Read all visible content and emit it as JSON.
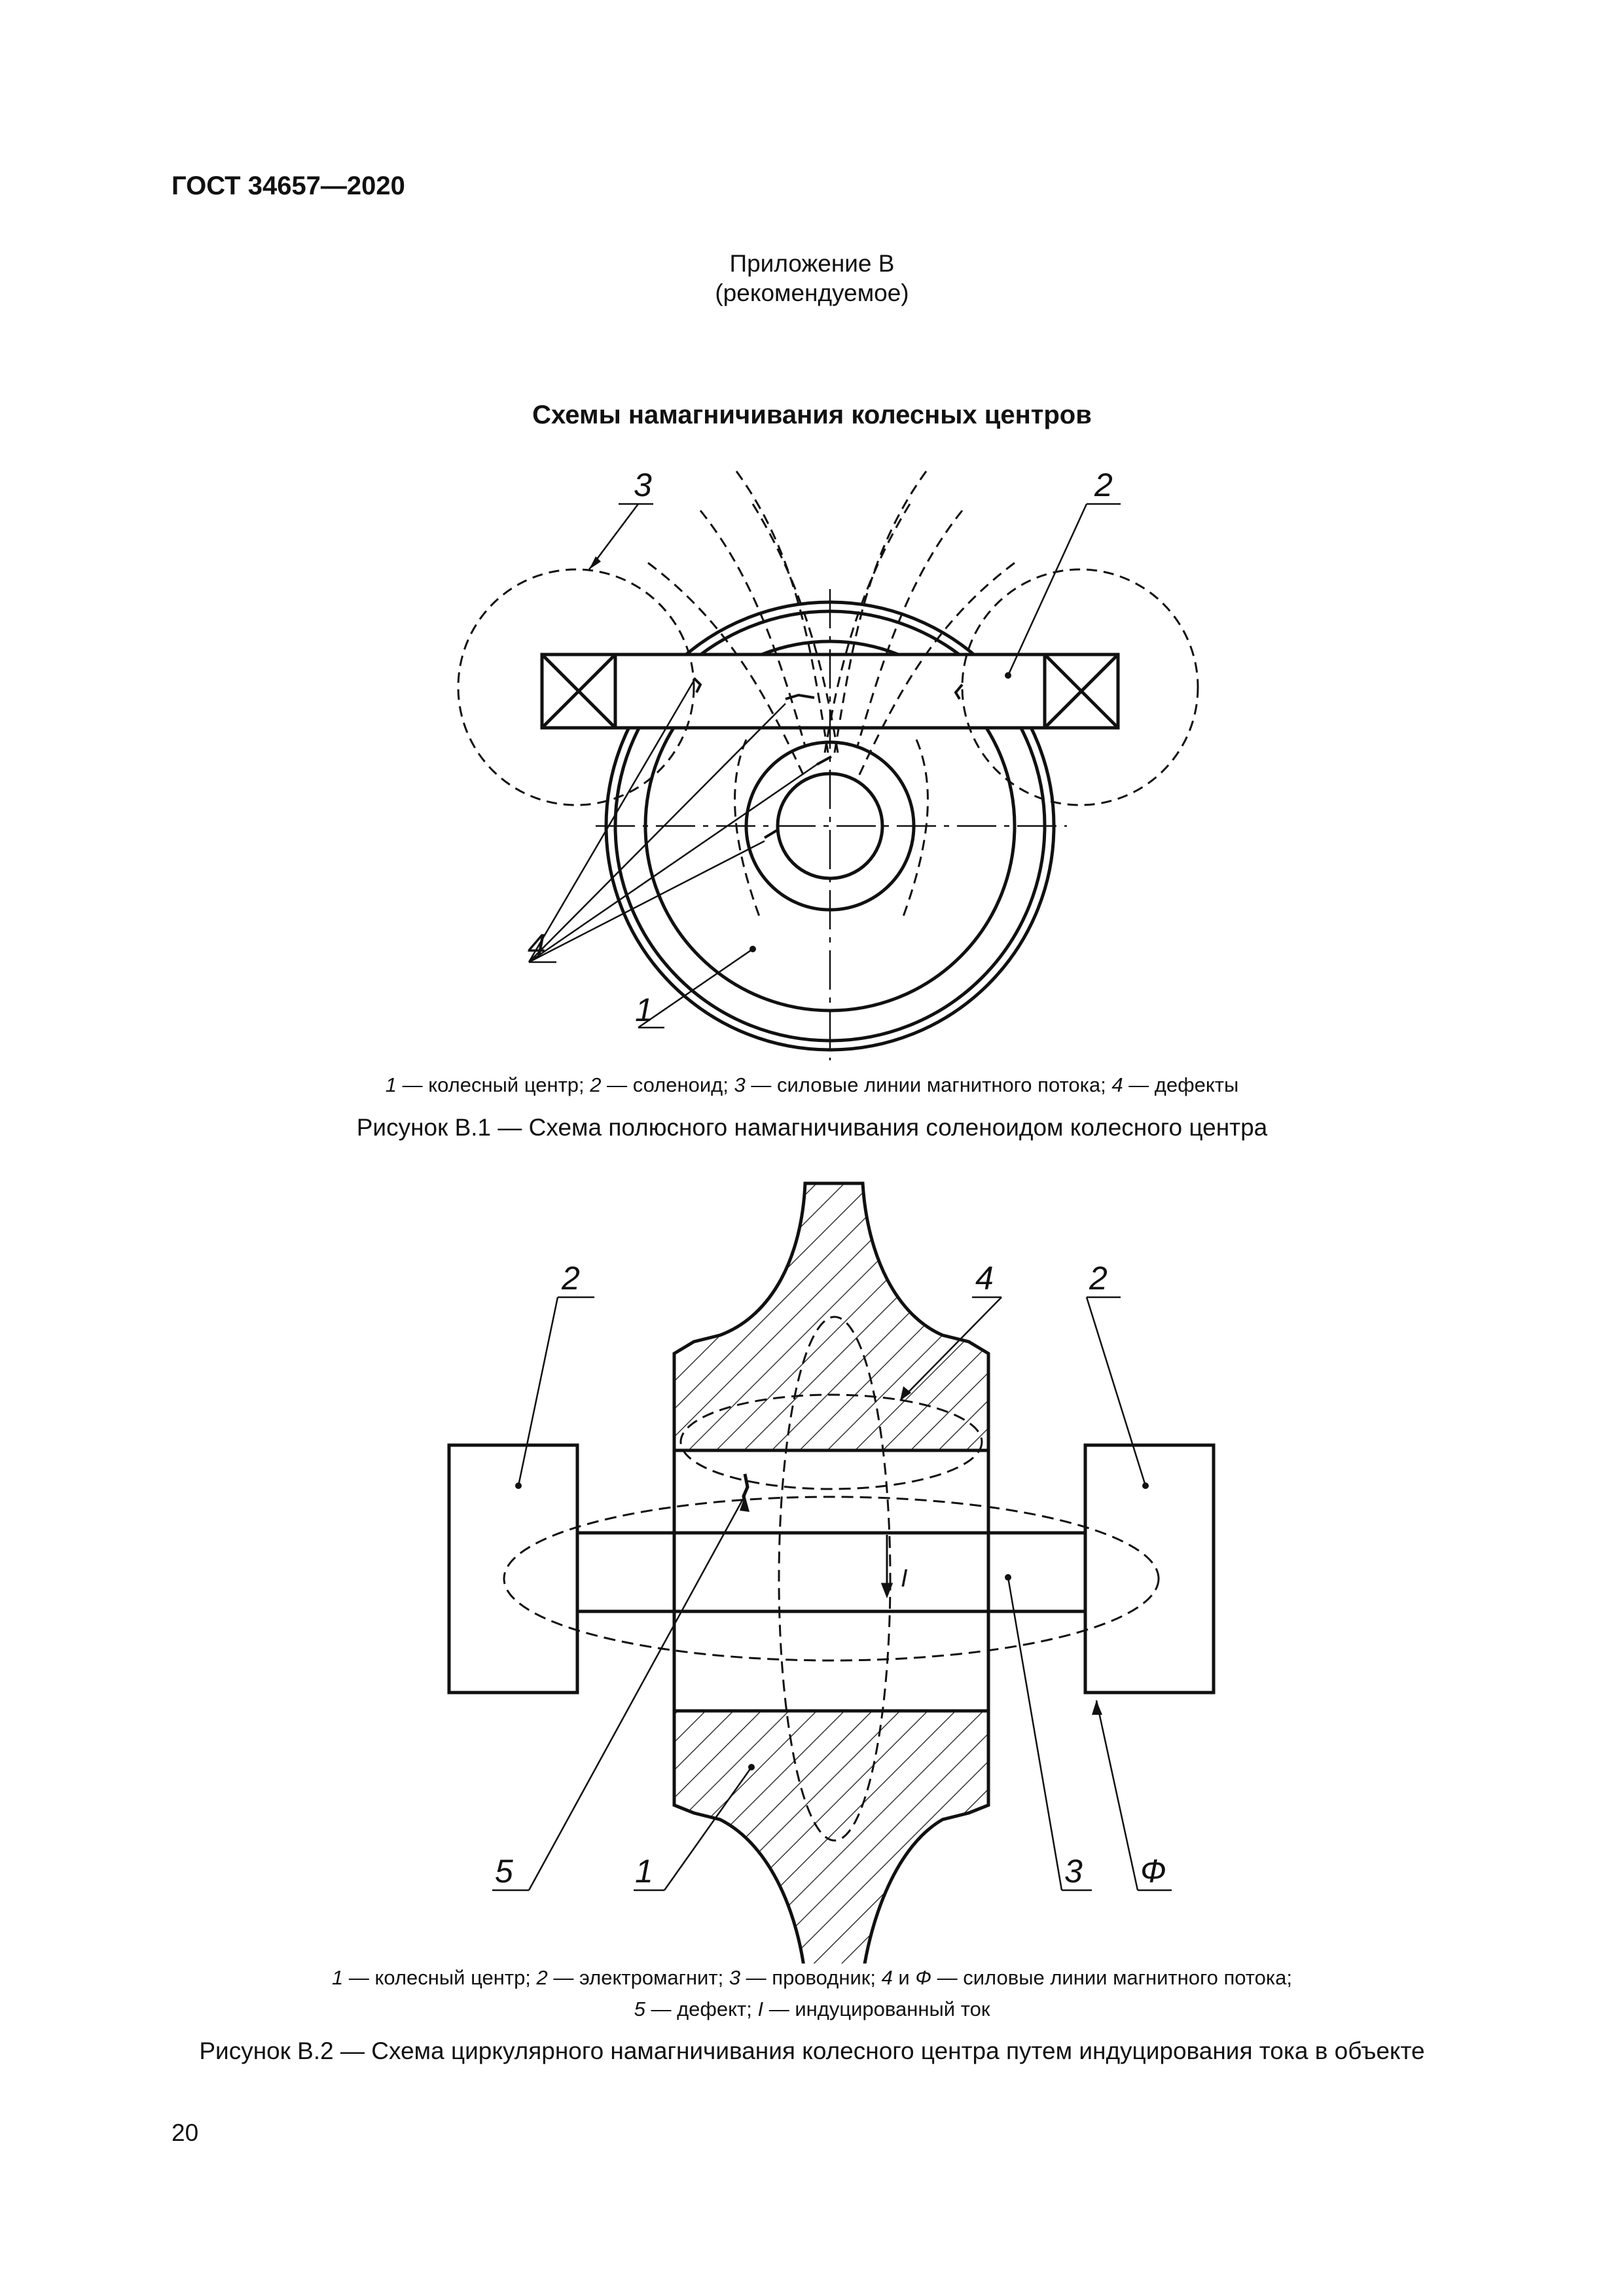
{
  "header": {
    "standard_code": "ГОСТ 34657—2020"
  },
  "appendix": {
    "title": "Приложение В",
    "status": "(рекомендуемое)"
  },
  "section_title": "Схемы намагничивания колесных центров",
  "figure1": {
    "callouts": {
      "n1": "1",
      "n2": "2",
      "n3": "3",
      "n4": "4"
    },
    "legend": {
      "i1": "1",
      "t1": " — колесный центр; ",
      "i2": "2",
      "t2": " — соленоид; ",
      "i3": "3",
      "t3": " — силовые линии магнитного потока; ",
      "i4": "4",
      "t4": " — дефекты"
    },
    "caption": "Рисунок В.1 — Схема полюсного намагничивания соленоидом колесного центра"
  },
  "figure2": {
    "callouts": {
      "n1": "1",
      "n2a": "2",
      "n2b": "2",
      "n3": "3",
      "n4": "4",
      "n5": "5",
      "nF": "Ф",
      "nI": "I"
    },
    "legend": {
      "i1": "1",
      "t1": " — колесный центр; ",
      "i2": "2",
      "t2": " — электромагнит; ",
      "i3": "3",
      "t3": " — проводник; ",
      "i4": "4",
      "t4": " и ",
      "iF": "Ф",
      "tF": " — силовые линии магнитного потока;",
      "i5": "5",
      "t5": " — дефект; ",
      "iI": "I",
      "tI": " — индуцированный ток"
    },
    "caption": "Рисунок В.2 — Схема циркулярного намагничивания колесного центра путем индуцирования тока в объекте"
  },
  "page_number": "20"
}
